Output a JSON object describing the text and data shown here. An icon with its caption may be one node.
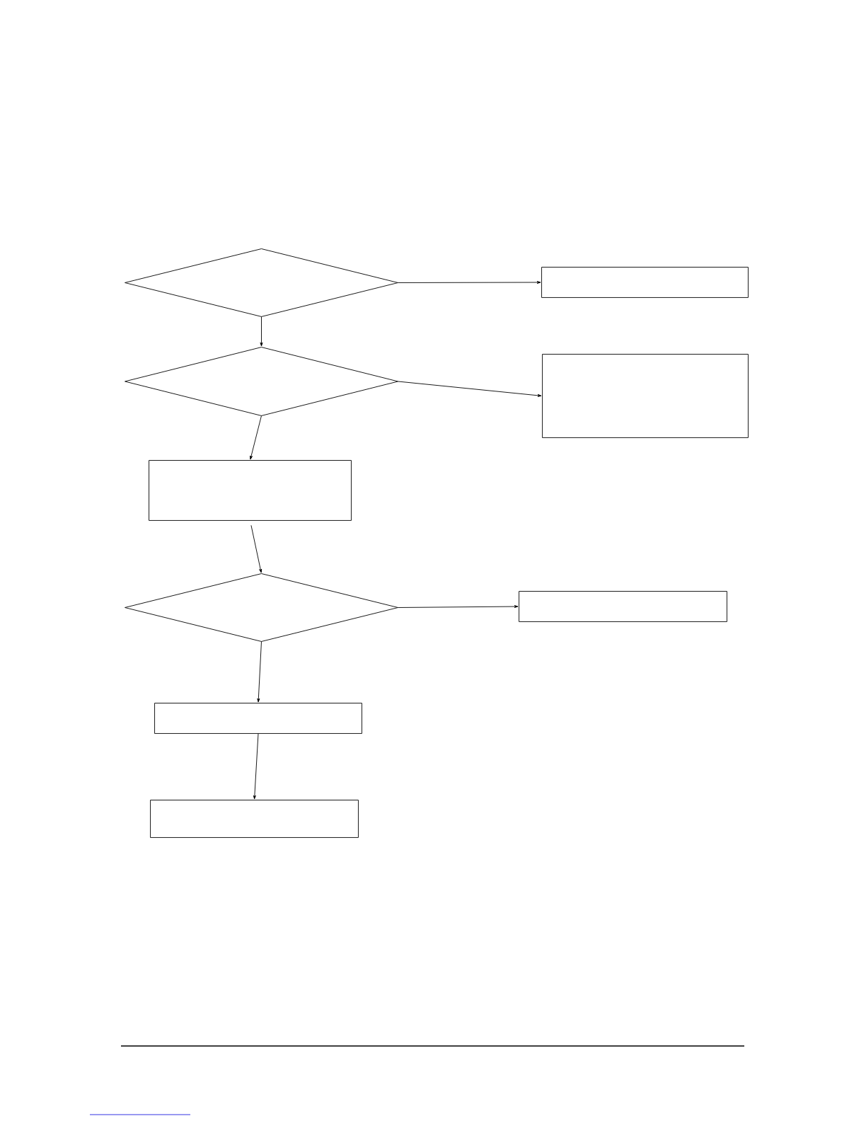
{
  "diagram": {
    "nodes": [
      {
        "text": [],
        "shape": "diamond"
      },
      {
        "text": [],
        "shape": "box"
      },
      {
        "text": [],
        "shape": "diamond"
      },
      {
        "text": [],
        "shape": "box"
      },
      {
        "text": [],
        "shape": "box"
      },
      {
        "text": [],
        "shape": "diamond"
      },
      {
        "text": [],
        "shape": "box"
      },
      {
        "text": [],
        "shape": "box"
      },
      {
        "text": [],
        "shape": "box"
      }
    ],
    "edges": [
      {
        "from": 0,
        "to": 1,
        "arrow": "to"
      },
      {
        "from": 0,
        "to": 2,
        "arrow": "to"
      },
      {
        "from": 2,
        "to": 3,
        "arrow": "to"
      },
      {
        "from": 2,
        "to": 4,
        "arrow": "to"
      },
      {
        "from": 4,
        "to": 5,
        "arrow": "to"
      },
      {
        "from": 5,
        "to": 6,
        "arrow": "to"
      },
      {
        "from": 5,
        "to": 7,
        "arrow": "to"
      },
      {
        "from": 7,
        "to": 8,
        "arrow": "to"
      }
    ]
  }
}
